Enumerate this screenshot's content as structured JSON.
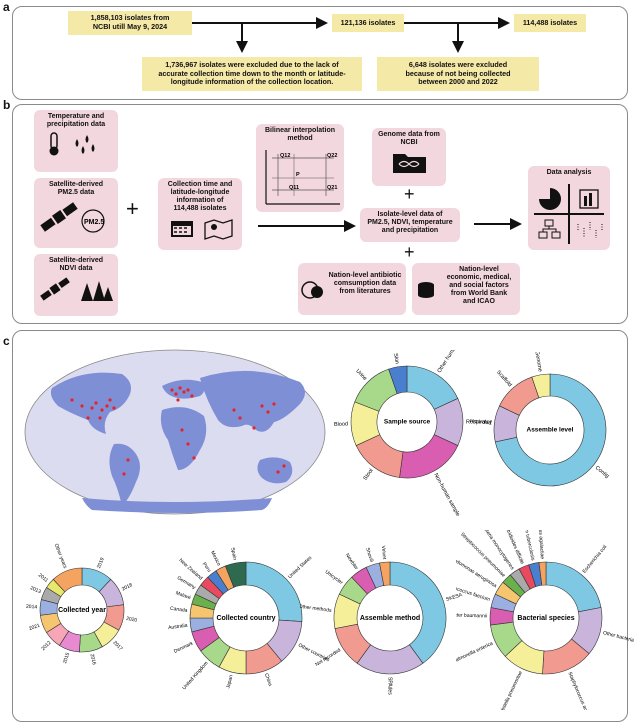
{
  "panel_a": {
    "letter": "a",
    "box1": "1,858,103 isolates from\nNCBI utill May 9, 2024",
    "box2": "121,136 isolates",
    "box3": "114,488 isolates",
    "excl1": "1,736,967 isolates were excluded due to the lack of\naccurate collection time down to the month or latitude-\nlongitude information of the collection location.",
    "excl2": "6,648 isolates were excluded\nbecause of not being collected\nbetween 2000 and 2022"
  },
  "panel_b": {
    "letter": "b",
    "temp": "Temperature and\nprecipitation data",
    "pm": "Satellite-derived\nPM2.5 data",
    "ndvi": "Satellite-derived\nNDVI data",
    "collection": "Collection time and\nlatitude-longitude\ninformation of\n114,488 isolates",
    "bilinear": "Bilinear interpolation\nmethod",
    "genome": "Genome data from\nNCBI",
    "isolate_level": "Isolate-level data of\nPM2.5, NDVI, temperature\nand precipitation",
    "nation_antibiotic": "Nation-level antibiotic\ncomsumption data\nfrom literatures",
    "nation_econ": "Nation-level\neconomic, medical,\nand social factors\nfrom World Bank\nand  ICAO",
    "data_analysis": "Data analysis",
    "plus": "+",
    "pm_icon_label": "PM2.5",
    "bilinear_points": [
      "Q12",
      "Q22",
      "P",
      "Q11",
      "Q21"
    ]
  },
  "panel_c": {
    "letter": "c",
    "donuts": {
      "sample_source": {
        "center": "Sample source",
        "labels": [
          "Other human sample",
          "Respiratory system",
          "Non-human sample",
          "Stool",
          "Blood",
          "Urine",
          "Skin"
        ],
        "values": [
          17,
          13,
          19,
          15,
          12,
          13,
          5
        ],
        "colors": [
          "#7ec8e3",
          "#c9b4dc",
          "#d95db0",
          "#f19a8f",
          "#f6ef9a",
          "#a8d88a",
          "#4a7fd0"
        ]
      },
      "assemble_level": {
        "center": "Assemble level",
        "labels": [
          "Contig",
          "Not recorded",
          "Scaffold",
          "Complete Genome"
        ],
        "values": [
          68,
          10,
          12,
          5
        ],
        "colors": [
          "#7ec8e3",
          "#c9b4dc",
          "#f19a8f",
          "#f6ef9a"
        ]
      },
      "collected_year": {
        "center": "Collected year",
        "labels": [
          "2019",
          "2018",
          "2020",
          "2017",
          "2016",
          "2015",
          "2012",
          "2021",
          "2014",
          "2013",
          "2011",
          "Other years"
        ],
        "values": [
          12,
          11,
          10,
          9,
          9,
          8,
          7,
          7,
          6,
          5,
          4,
          12
        ],
        "colors": [
          "#7ec8e3",
          "#c9b4dc",
          "#f19a8f",
          "#f6ef9a",
          "#a8d88a",
          "#e88ad0",
          "#f7a6b8",
          "#f6c56f",
          "#9bb0e0",
          "#aaaaaa",
          "#e8e86a",
          "#f4a460"
        ]
      },
      "collected_country": {
        "center": "Collected country",
        "labels": [
          "United States",
          "Other countries",
          "China",
          "Japan",
          "United Kingdom",
          "Denmark",
          "Australia",
          "Canada",
          "Malawi",
          "Germany",
          "New Zealand",
          "Peru",
          "Mexico",
          "Spain"
        ],
        "values": [
          26,
          13,
          11,
          8,
          7,
          6,
          4,
          4,
          3,
          3,
          3,
          3,
          3,
          6
        ],
        "colors": [
          "#7ec8e3",
          "#c9b4dc",
          "#f19a8f",
          "#f6ef9a",
          "#a8d88a",
          "#d95db0",
          "#9bb0e0",
          "#f6c56f",
          "#6ab04c",
          "#aaaaaa",
          "#e84a5f",
          "#4a7fd0",
          "#f4a460",
          "#2d6a4f"
        ]
      },
      "assemble_method": {
        "center": "Assemble method",
        "labels": [
          "SKESA",
          "SPAdes",
          "Not recorded",
          "Other methods",
          "Unicycler",
          "Newbler",
          "Shovill",
          "Velvet"
        ],
        "values": [
          40,
          20,
          12,
          10,
          6,
          5,
          4,
          3
        ],
        "colors": [
          "#7ec8e3",
          "#c9b4dc",
          "#f19a8f",
          "#f6ef9a",
          "#a8d88a",
          "#d95db0",
          "#9bb0e0",
          "#f4a460"
        ]
      },
      "bacterial_species": {
        "center": "Bacterial species",
        "labels": [
          "Escherichia coli",
          "Other bacteria",
          "Staphylococcus aureus",
          "Klebsiella pneumoniae",
          "Salmonella enterica",
          "Acinetobacter baumannii",
          "Enterococcus faecium",
          "Pseudomonas aeruginosa",
          "Streptococcus pneumoniae",
          "Listeria monocytogenes",
          "Clostridioides difficile",
          "Mycobacterium tuberculosis",
          "Streptococcus agalactiae"
        ],
        "values": [
          22,
          14,
          15,
          12,
          10,
          5,
          4,
          4,
          3,
          3,
          3,
          3,
          2
        ],
        "colors": [
          "#7ec8e3",
          "#c9b4dc",
          "#f19a8f",
          "#f6ef9a",
          "#a8d88a",
          "#d95db0",
          "#9bb0e0",
          "#f6c56f",
          "#6ab04c",
          "#aaaaaa",
          "#e84a5f",
          "#4a7fd0",
          "#f4a460"
        ]
      }
    }
  },
  "colors": {
    "yellow_box": "#f5e9a8",
    "pink_box": "#f3d7de",
    "ocean": "#ffffff",
    "land": "#7e8fd6",
    "points": "#e3242b"
  }
}
